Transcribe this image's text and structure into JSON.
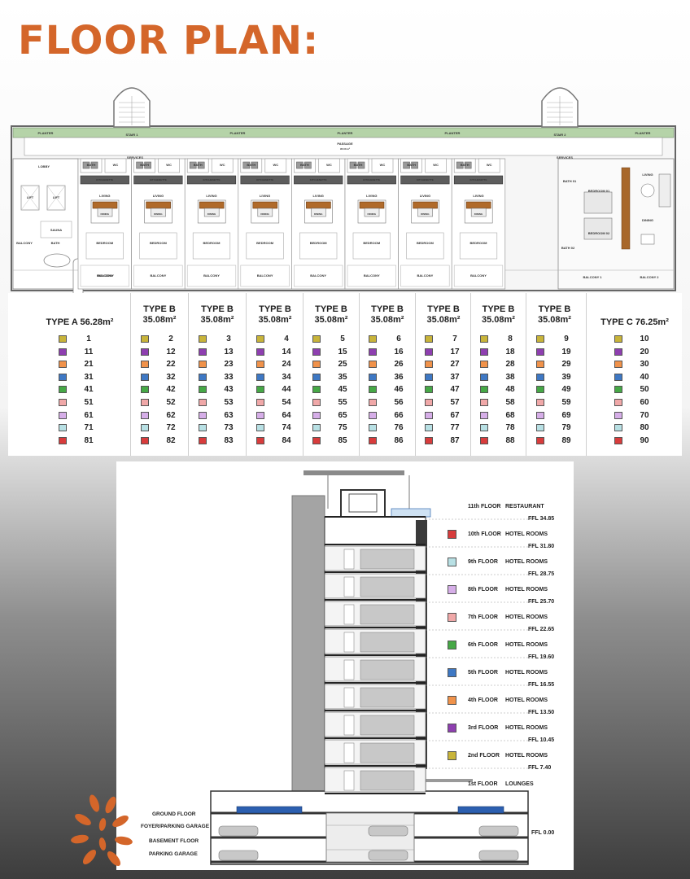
{
  "header": {
    "title": "FLOOR PLAN:"
  },
  "plan_labels": {
    "planter": "PLANTER",
    "passage": "PASSAGE",
    "passage_area": "95.00 m²",
    "stair1": "STAIR 1",
    "stair2": "STAIR 2",
    "lobby": "LOBBY",
    "lift": "LIFT",
    "sauna": "SAUNA",
    "bath": "BATH",
    "balcony": "BALCONY",
    "wc": "WC",
    "kitchenette": "KITCHENETTE",
    "living": "LIVING",
    "dining": "DINING",
    "bedroom": "BEDROOM",
    "bedroom1": "BEDROOM 01",
    "bedroom2": "BEDROOM 02",
    "bath1": "BATH 01",
    "bath2": "BATH 02",
    "balcony1": "BALCONY 1",
    "balcony2": "BALCONY 2",
    "services": "SERVICES"
  },
  "legend": {
    "colors": [
      "#c8b43a",
      "#8e3fb0",
      "#f0924a",
      "#3e78c4",
      "#46a846",
      "#f0a8a8",
      "#d6aee8",
      "#b8e0e4",
      "#d83c3c"
    ],
    "units": [
      {
        "type": "TYPE A",
        "area": "56.28m²",
        "numbers": [
          "1",
          "11",
          "21",
          "31",
          "41",
          "51",
          "61",
          "71",
          "81"
        ]
      },
      {
        "type": "TYPE B",
        "area": "35.08m²",
        "numbers": [
          "2",
          "12",
          "22",
          "32",
          "42",
          "52",
          "62",
          "72",
          "82"
        ]
      },
      {
        "type": "TYPE B",
        "area": "35.08m²",
        "numbers": [
          "3",
          "13",
          "23",
          "33",
          "43",
          "53",
          "63",
          "73",
          "83"
        ]
      },
      {
        "type": "TYPE B",
        "area": "35.08m²",
        "numbers": [
          "4",
          "14",
          "24",
          "34",
          "44",
          "54",
          "64",
          "74",
          "84"
        ]
      },
      {
        "type": "TYPE B",
        "area": "35.08m²",
        "numbers": [
          "5",
          "15",
          "25",
          "35",
          "45",
          "55",
          "65",
          "75",
          "85"
        ]
      },
      {
        "type": "TYPE B",
        "area": "35.08m²",
        "numbers": [
          "6",
          "16",
          "26",
          "36",
          "46",
          "56",
          "66",
          "76",
          "86"
        ]
      },
      {
        "type": "TYPE B",
        "area": "35.08m²",
        "numbers": [
          "7",
          "17",
          "27",
          "37",
          "47",
          "57",
          "67",
          "77",
          "87"
        ]
      },
      {
        "type": "TYPE B",
        "area": "35.08m²",
        "numbers": [
          "8",
          "18",
          "28",
          "38",
          "48",
          "58",
          "68",
          "78",
          "88"
        ]
      },
      {
        "type": "TYPE B",
        "area": "35.08m²",
        "numbers": [
          "9",
          "19",
          "29",
          "39",
          "49",
          "59",
          "69",
          "79",
          "89"
        ]
      },
      {
        "type": "TYPE C",
        "area": "76.25m²",
        "numbers": [
          "10",
          "20",
          "30",
          "40",
          "50",
          "60",
          "70",
          "80",
          "90"
        ]
      }
    ]
  },
  "section": {
    "floors": [
      {
        "name": "11th FLOOR",
        "use": "RESTAURANT",
        "ffl": "FFL 34.85",
        "color": ""
      },
      {
        "name": "10th FLOOR",
        "use": "HOTEL ROOMS",
        "ffl": "FFL 31.80",
        "color": "#d83c3c"
      },
      {
        "name": "9th FLOOR",
        "use": "HOTEL ROOMS",
        "ffl": "FFL 28.75",
        "color": "#b8e0e4"
      },
      {
        "name": "8th FLOOR",
        "use": "HOTEL ROOMS",
        "ffl": "FFL 25.70",
        "color": "#d6aee8"
      },
      {
        "name": "7th FLOOR",
        "use": "HOTEL ROOMS",
        "ffl": "FFL 22.65",
        "color": "#f0a8a8"
      },
      {
        "name": "6th FLOOR",
        "use": "HOTEL ROOMS",
        "ffl": "FFL 19.60",
        "color": "#46a846"
      },
      {
        "name": "5th FLOOR",
        "use": "HOTEL ROOMS",
        "ffl": "FFL 16.55",
        "color": "#3e78c4"
      },
      {
        "name": "4th FLOOR",
        "use": "HOTEL ROOMS",
        "ffl": "FFL 13.50",
        "color": "#f0924a"
      },
      {
        "name": "3rd FLOOR",
        "use": "HOTEL ROOMS",
        "ffl": "FFL 10.45",
        "color": "#8e3fb0"
      },
      {
        "name": "2nd FLOOR",
        "use": "HOTEL ROOMS",
        "ffl": "FFL 7.40",
        "color": "#c8b43a"
      }
    ],
    "first_floor": {
      "name": "1st FLOOR",
      "use": "LOUNGES"
    },
    "ground_floor": {
      "line1": "GROUND FLOOR",
      "line2": "FOYER/PARKING GARAGE",
      "ffl": "FFL 0.00"
    },
    "basement": {
      "line1": "BASEMENT FLOOR",
      "line2": "PARKING GARAGE"
    }
  }
}
